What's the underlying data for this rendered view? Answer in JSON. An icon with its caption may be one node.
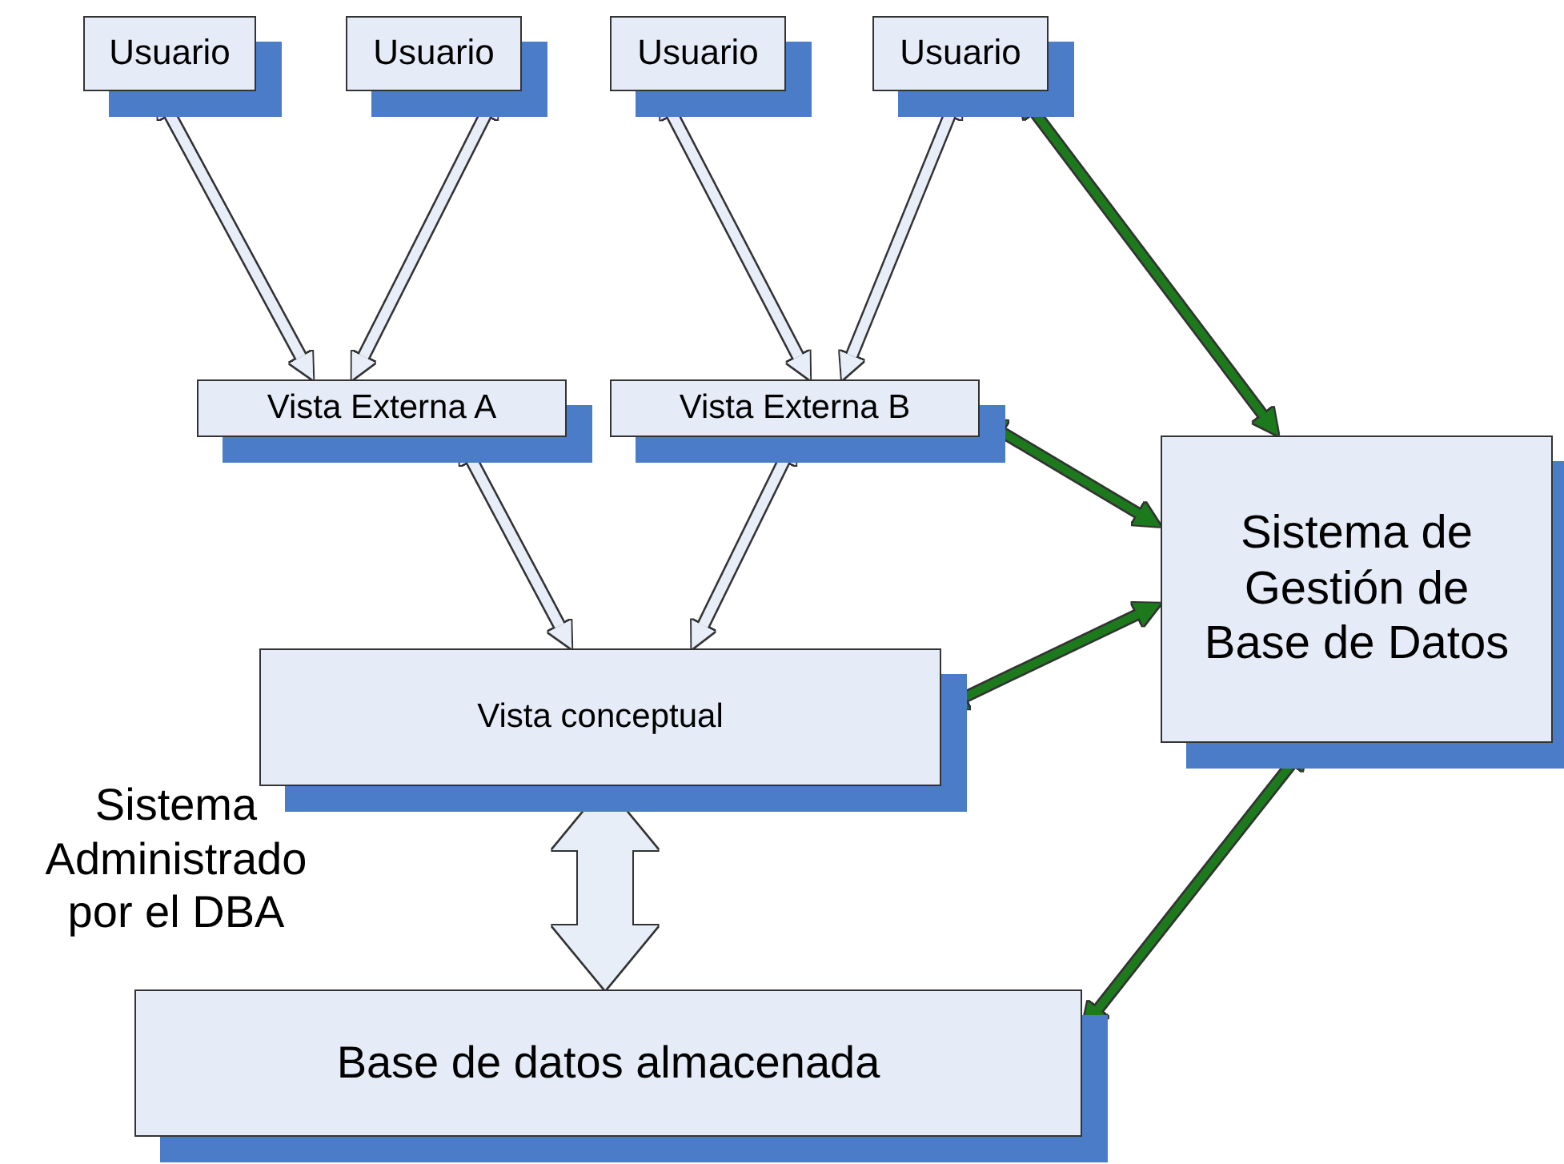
{
  "diagram": {
    "nodes": [
      {
        "text": [
          "Usuario"
        ]
      },
      {
        "text": [
          "Usuario"
        ]
      },
      {
        "text": [
          "Usuario"
        ]
      },
      {
        "text": [
          "Usuario"
        ]
      },
      {
        "text": [
          "Vista Externa A"
        ]
      },
      {
        "text": [
          "Vista Externa B"
        ]
      },
      {
        "text": [
          "Vista conceptual"
        ]
      },
      {
        "text": [
          "Sistema de Gestión de Base de Datos"
        ]
      },
      {
        "text": [
          "Base de datos almacenada"
        ]
      }
    ],
    "edges": [
      {
        "from": 0,
        "to": 4,
        "arrow": "both"
      },
      {
        "from": 1,
        "to": 4,
        "arrow": "both"
      },
      {
        "from": 2,
        "to": 5,
        "arrow": "both"
      },
      {
        "from": 3,
        "to": 5,
        "arrow": "both"
      },
      {
        "from": 4,
        "to": 6,
        "arrow": "both"
      },
      {
        "from": 5,
        "to": 6,
        "arrow": "both"
      },
      {
        "from": 6,
        "to": 8,
        "arrow": "both",
        "style": "thick"
      },
      {
        "from": 3,
        "to": 7,
        "arrow": "both",
        "color": "#1a7a1a"
      },
      {
        "from": 5,
        "to": 7,
        "arrow": "both",
        "color": "#1a7a1a"
      },
      {
        "from": 6,
        "to": 7,
        "arrow": "both",
        "color": "#1a7a1a"
      },
      {
        "from": 8,
        "to": 7,
        "arrow": "both",
        "color": "#1a7a1a"
      }
    ],
    "labels": [
      "Sistema Administrado por el DBA"
    ]
  }
}
